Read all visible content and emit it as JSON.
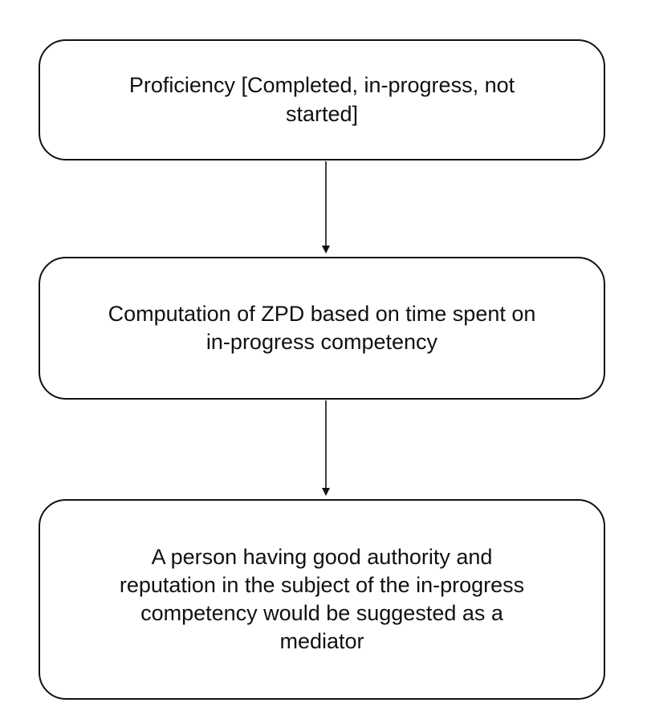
{
  "flowchart": {
    "steps": [
      {
        "id": "proficiency",
        "text": "Proficiency [Completed, in-progress, not\nstarted]"
      },
      {
        "id": "zpd",
        "text": "Computation of ZPD based on time spent on\nin-progress competency"
      },
      {
        "id": "mediator",
        "text": "A person having good authority and\nreputation in the subject of the in-progress\ncompetency would be suggested as a\nmediator"
      }
    ],
    "colors": {
      "stroke": "#111111",
      "background": "#ffffff",
      "text": "#111111"
    }
  }
}
